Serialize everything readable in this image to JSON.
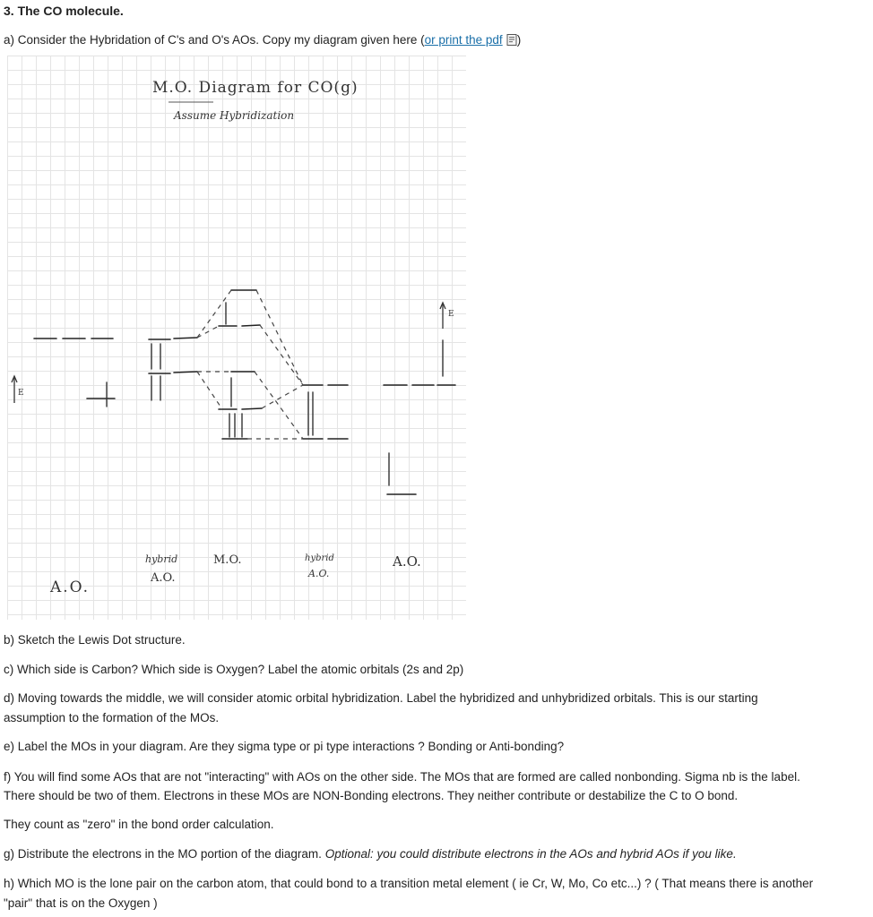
{
  "header": {
    "title": "3. The CO molecule."
  },
  "part_a": {
    "text": "a) Consider the Hybridation of C's and O's AOs. Copy my diagram given here (",
    "link_text": "or print the pdf",
    "close_paren": ")"
  },
  "diagram": {
    "title": "M.O. Diagram for CO(g)",
    "subtitle": "Assume Hybridization",
    "left_energy": "E",
    "right_energy": "E",
    "col_ao_left": "A.O.",
    "col_hybrid_left_1": "hybrid",
    "col_hybrid_left_2": "A.O.",
    "col_mo": "M.O.",
    "col_hybrid_right_1": "hybrid",
    "col_hybrid_right_2": "A.O.",
    "col_ao_right": "A.O."
  },
  "questions": {
    "b": "b) Sketch the Lewis Dot structure.",
    "c": "c) Which side is Carbon? Which side is Oxygen? Label the atomic orbitals (2s and 2p)",
    "d_1": "d) Moving towards the middle, we will consider atomic orbital hybridization. Label the hybridized and unhybridized orbitals.  This is our starting",
    "d_2": "assumption to the formation of the MOs.",
    "e": "e) Label the MOs in your diagram.  Are they sigma type or pi type interactions ? Bonding or Anti-bonding?",
    "f_1": "f)  You will find some AOs that are not \"interacting\" with AOs on the other side.  The MOs that are formed are called nonbonding.  Sigma nb is the label.",
    "f_2": "There should be two of them.  Electrons in these MOs are NON-Bonding electrons.  They neither contribute or destabilize the C to O bond.",
    "f_3": "They count as \"zero\" in the bond order calculation.",
    "g_main": "g) Distribute the electrons in the MO portion of the diagram.",
    "g_optional": "Optional: you could distribute electrons in the AOs and hybrid AOs if you like.",
    "h_1": "h) Which MO is the lone pair on the carbon atom, that could bond to a transition metal element ( ie Cr, W, Mo, Co etc...) ?  ( That means there is another",
    "h_2": "\"pair\" that is on the Oxygen )"
  }
}
